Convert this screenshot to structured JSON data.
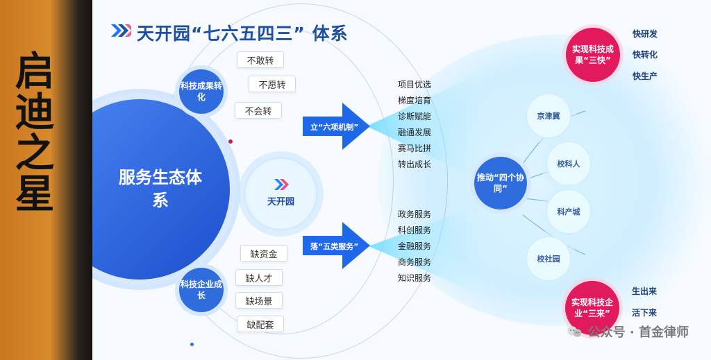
{
  "banner": {
    "text": "启迪之星"
  },
  "slide": {
    "title": "天开园“七六五四三” 体系",
    "ecosystem": "服务生态体系",
    "center": "天开园",
    "tech_achievement": "科技成果转化",
    "tech_enterprise": "科技企业成长",
    "achievement_tags": [
      "不敢转",
      "不愿转",
      "不会转"
    ],
    "enterprise_tags": [
      "缺资金",
      "缺人才",
      "缺场景",
      "缺配套"
    ],
    "six_label": "立“六项机制”",
    "five_label": "落“五类服务”",
    "six_items": [
      "项目优选",
      "梯度培育",
      "诊断赋能",
      "融通发展",
      "赛马比拼",
      "转出成长"
    ],
    "five_items": [
      "政务服务",
      "科创服务",
      "金融服务",
      "商务服务",
      "知识服务"
    ],
    "synergy": "推动“四个协同”",
    "synergy_nodes": [
      "京津冀",
      "校科人",
      "科产城",
      "校社园"
    ],
    "three_fast": "实现科技成果“三快”",
    "three_fast_items": [
      "快研发",
      "快转化",
      "快生产"
    ],
    "three_come": "实现科技企业“三来”",
    "three_come_items": [
      "生出来",
      "活下来"
    ],
    "watermark": "公众号 · 首金律师"
  },
  "colors": {
    "banner": "#d88a2c",
    "primary_blue": "#1f4fa0",
    "bright_blue": "#2f6dde",
    "pink": "#e1195d"
  }
}
